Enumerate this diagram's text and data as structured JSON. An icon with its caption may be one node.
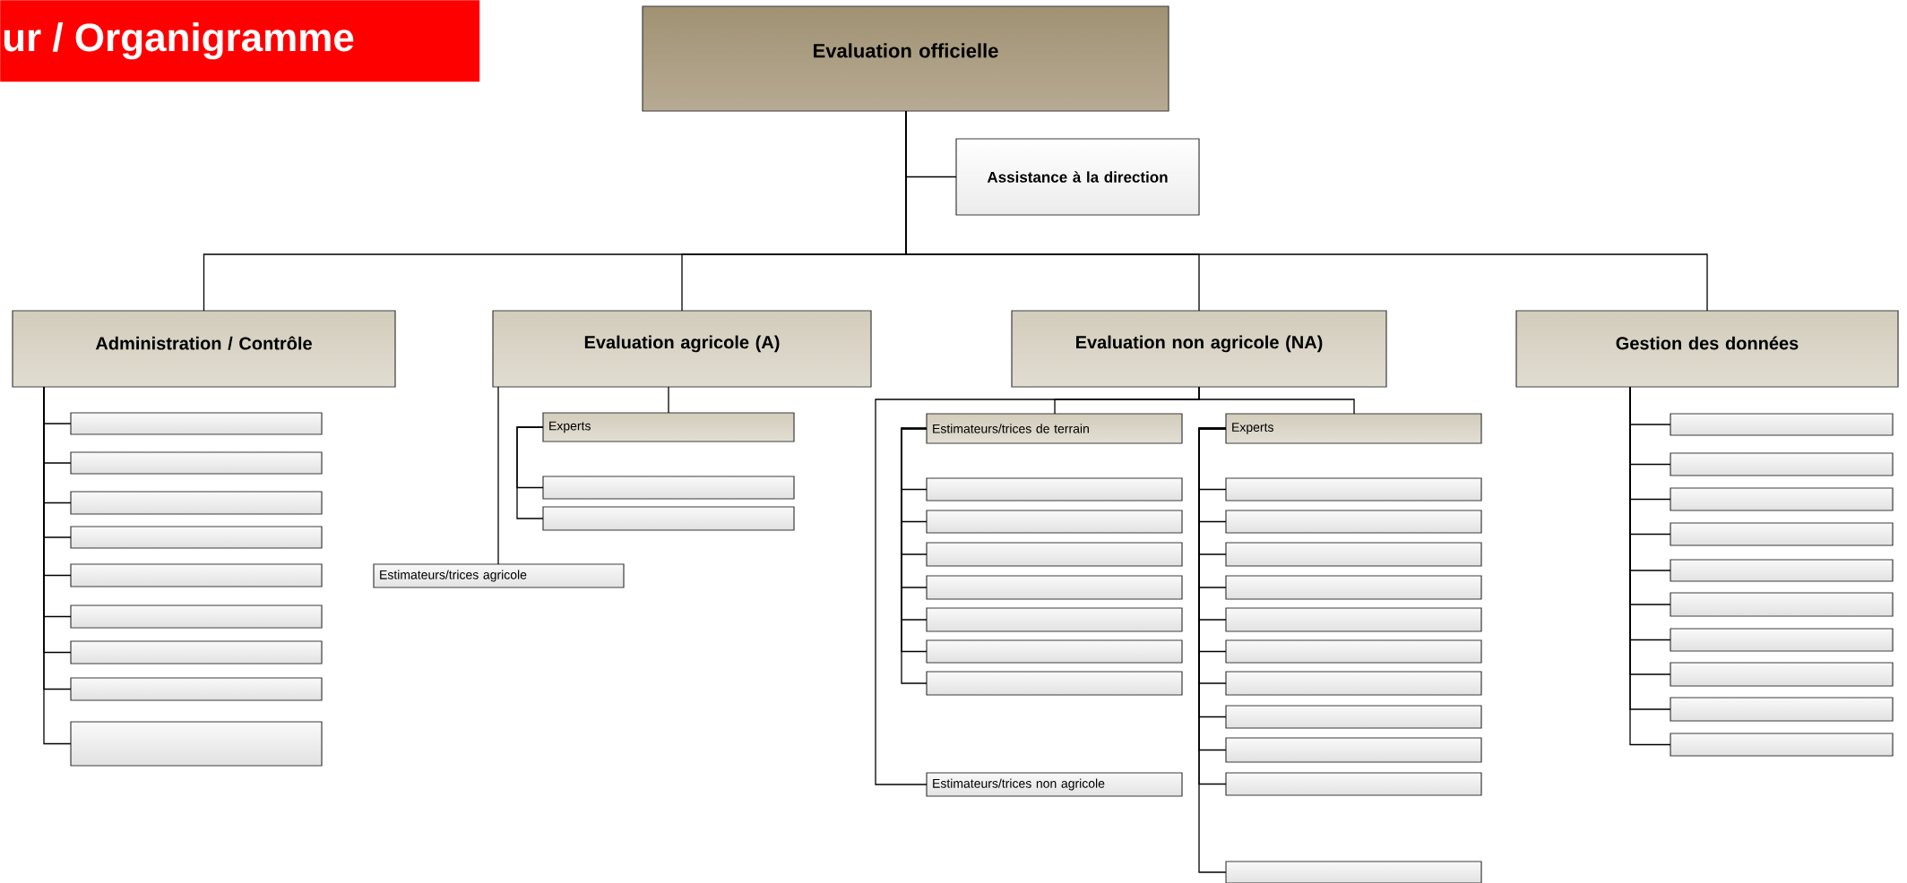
{
  "diagram": {
    "title": "ur / Organigramme",
    "nodes": [
      {
        "text": [
          "Evaluation officielle"
        ]
      },
      {
        "text": [
          "Assistance à la direction"
        ]
      },
      {
        "text": [
          "Administration / Contrôle"
        ]
      },
      {
        "text": [
          "Evaluation agricole (A)"
        ]
      },
      {
        "text": [
          "Evaluation non agricole (NA)"
        ]
      },
      {
        "text": [
          "Gestion des données"
        ]
      },
      {
        "text": [],
        "shape": "box"
      },
      {
        "text": [],
        "shape": "box"
      },
      {
        "text": [],
        "shape": "box"
      },
      {
        "text": [],
        "shape": "box"
      },
      {
        "text": [],
        "shape": "box"
      },
      {
        "text": [],
        "shape": "box"
      },
      {
        "text": [],
        "shape": "box"
      },
      {
        "text": [],
        "shape": "box"
      },
      {
        "text": [],
        "shape": "box"
      },
      {
        "text": [
          "Experts"
        ]
      },
      {
        "text": [],
        "shape": "box"
      },
      {
        "text": [],
        "shape": "box"
      },
      {
        "text": [
          "Estimateurs/trices agricole"
        ]
      },
      {
        "text": [
          "Estimateurs/trices de terrain"
        ]
      },
      {
        "text": [],
        "shape": "box"
      },
      {
        "text": [],
        "shape": "box"
      },
      {
        "text": [],
        "shape": "box"
      },
      {
        "text": [],
        "shape": "box"
      },
      {
        "text": [],
        "shape": "box"
      },
      {
        "text": [],
        "shape": "box"
      },
      {
        "text": [],
        "shape": "box"
      },
      {
        "text": [
          "Experts"
        ]
      },
      {
        "text": [],
        "shape": "box"
      },
      {
        "text": [],
        "shape": "box"
      },
      {
        "text": [],
        "shape": "box"
      },
      {
        "text": [],
        "shape": "box"
      },
      {
        "text": [],
        "shape": "box"
      },
      {
        "text": [],
        "shape": "box"
      },
      {
        "text": [],
        "shape": "box"
      },
      {
        "text": [],
        "shape": "box"
      },
      {
        "text": [],
        "shape": "box"
      },
      {
        "text": [],
        "shape": "box"
      },
      {
        "text": [],
        "shape": "box"
      },
      {
        "text": [
          "Estimateurs/trices non agricole"
        ]
      },
      {
        "text": [],
        "shape": "box"
      },
      {
        "text": [],
        "shape": "box"
      },
      {
        "text": [],
        "shape": "box"
      },
      {
        "text": [],
        "shape": "box"
      },
      {
        "text": [],
        "shape": "box"
      },
      {
        "text": [],
        "shape": "box"
      },
      {
        "text": [],
        "shape": "box"
      },
      {
        "text": [],
        "shape": "box"
      },
      {
        "text": [],
        "shape": "box"
      },
      {
        "text": [],
        "shape": "box"
      }
    ],
    "edges": [
      {
        "from": 0,
        "to": 1,
        "arrow": "none"
      },
      {
        "from": 0,
        "to": 2,
        "arrow": "none"
      },
      {
        "from": 0,
        "to": 3,
        "arrow": "none"
      },
      {
        "from": 0,
        "to": 4,
        "arrow": "none"
      },
      {
        "from": 0,
        "to": 5,
        "arrow": "none"
      },
      {
        "from": 2,
        "to": 6,
        "arrow": "none"
      },
      {
        "from": 2,
        "to": 7,
        "arrow": "none"
      },
      {
        "from": 2,
        "to": 8,
        "arrow": "none"
      },
      {
        "from": 2,
        "to": 9,
        "arrow": "none"
      },
      {
        "from": 2,
        "to": 10,
        "arrow": "none"
      },
      {
        "from": 2,
        "to": 11,
        "arrow": "none"
      },
      {
        "from": 2,
        "to": 12,
        "arrow": "none"
      },
      {
        "from": 2,
        "to": 13,
        "arrow": "none"
      },
      {
        "from": 2,
        "to": 14,
        "arrow": "none"
      },
      {
        "from": 3,
        "to": 15,
        "arrow": "none"
      },
      {
        "from": 15,
        "to": 16,
        "arrow": "none"
      },
      {
        "from": 15,
        "to": 17,
        "arrow": "none"
      },
      {
        "from": 3,
        "to": 18,
        "arrow": "none"
      },
      {
        "from": 4,
        "to": 19,
        "arrow": "none"
      },
      {
        "from": 19,
        "to": 20,
        "arrow": "none"
      },
      {
        "from": 19,
        "to": 21,
        "arrow": "none"
      },
      {
        "from": 19,
        "to": 22,
        "arrow": "none"
      },
      {
        "from": 19,
        "to": 23,
        "arrow": "none"
      },
      {
        "from": 19,
        "to": 24,
        "arrow": "none"
      },
      {
        "from": 19,
        "to": 25,
        "arrow": "none"
      },
      {
        "from": 19,
        "to": 26,
        "arrow": "none"
      },
      {
        "from": 4,
        "to": 27,
        "arrow": "none"
      },
      {
        "from": 27,
        "to": 28,
        "arrow": "none"
      },
      {
        "from": 27,
        "to": 29,
        "arrow": "none"
      },
      {
        "from": 27,
        "to": 30,
        "arrow": "none"
      },
      {
        "from": 27,
        "to": 31,
        "arrow": "none"
      },
      {
        "from": 27,
        "to": 32,
        "arrow": "none"
      },
      {
        "from": 27,
        "to": 33,
        "arrow": "none"
      },
      {
        "from": 27,
        "to": 34,
        "arrow": "none"
      },
      {
        "from": 27,
        "to": 35,
        "arrow": "none"
      },
      {
        "from": 27,
        "to": 36,
        "arrow": "none"
      },
      {
        "from": 27,
        "to": 37,
        "arrow": "none"
      },
      {
        "from": 27,
        "to": 38,
        "arrow": "none"
      },
      {
        "from": 4,
        "to": 39,
        "arrow": "none"
      },
      {
        "from": 5,
        "to": 40,
        "arrow": "none"
      },
      {
        "from": 5,
        "to": 41,
        "arrow": "none"
      },
      {
        "from": 5,
        "to": 42,
        "arrow": "none"
      },
      {
        "from": 5,
        "to": 43,
        "arrow": "none"
      },
      {
        "from": 5,
        "to": 44,
        "arrow": "none"
      },
      {
        "from": 5,
        "to": 45,
        "arrow": "none"
      },
      {
        "from": 5,
        "to": 46,
        "arrow": "none"
      },
      {
        "from": 5,
        "to": 47,
        "arrow": "none"
      },
      {
        "from": 5,
        "to": 48,
        "arrow": "none"
      },
      {
        "from": 5,
        "to": 49,
        "arrow": "none"
      }
    ]
  }
}
